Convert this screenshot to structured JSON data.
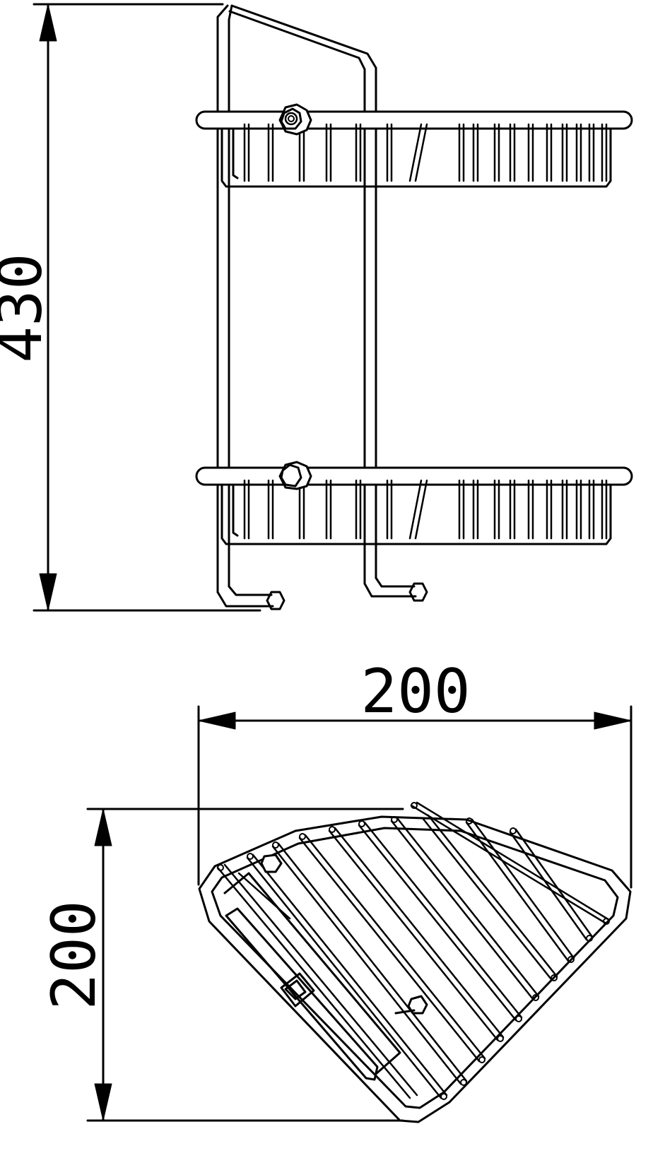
{
  "drawing": {
    "line_color": "#000000",
    "background": "#ffffff",
    "height_dimension": {
      "value": "430"
    },
    "width_dimension": {
      "value": "200"
    },
    "depth_dimension": {
      "value": "200"
    },
    "side_view": {
      "shelf_count": 2,
      "wall_brackets": 2,
      "hooks": 2
    },
    "top_view": {
      "shelf_shape": "corner basket",
      "wire_slats": 12
    }
  }
}
